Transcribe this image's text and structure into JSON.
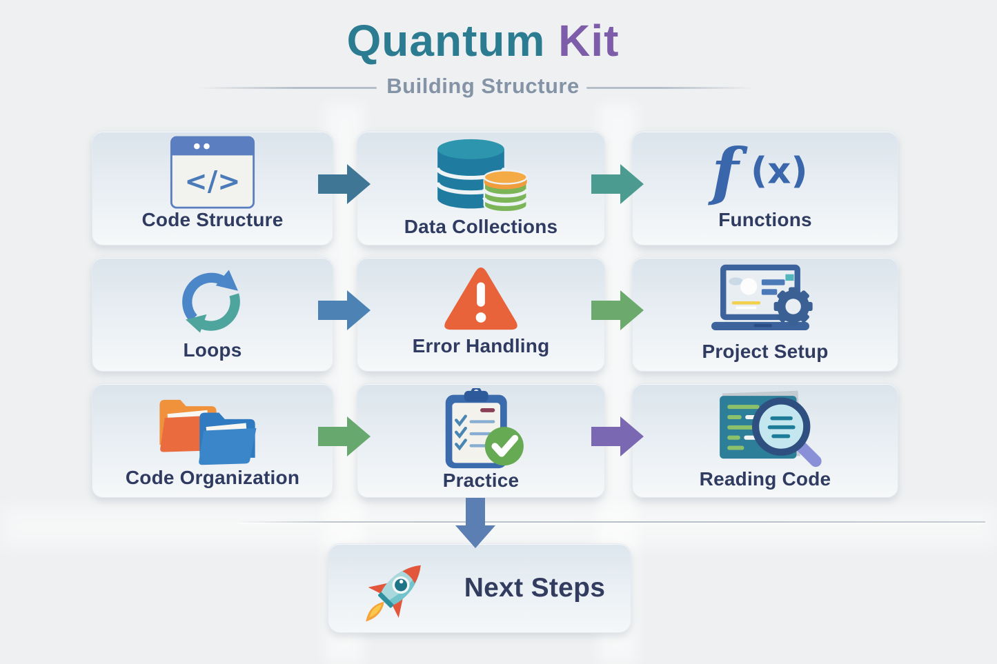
{
  "header": {
    "title_primary": "Quantum",
    "title_accent": "Kit",
    "subtitle": "Building Structure",
    "title_primary_color": "#2b7b91",
    "title_accent_color": "#7d5ca9"
  },
  "cards": [
    {
      "label": "Code Structure",
      "icon": "code-window-icon",
      "icon_text": "</>"
    },
    {
      "label": "Data Collections",
      "icon": "database-icon"
    },
    {
      "label": "Functions",
      "icon": "function-icon",
      "icon_text_f": "f",
      "icon_text_x": "(x)"
    },
    {
      "label": "Loops",
      "icon": "loop-arrows-icon"
    },
    {
      "label": "Error Handling",
      "icon": "warning-triangle-icon"
    },
    {
      "label": "Project Setup",
      "icon": "laptop-gear-icon"
    },
    {
      "label": "Code Organization",
      "icon": "folders-icon"
    },
    {
      "label": "Practice",
      "icon": "checklist-icon"
    },
    {
      "label": "Reading Code",
      "icon": "code-magnifier-icon"
    }
  ],
  "connectors": {
    "row1": [
      {
        "color": "#3f7595"
      },
      {
        "color": "#4c9b90"
      }
    ],
    "row2": [
      {
        "color": "#4c82b4"
      },
      {
        "color": "#6ca96d"
      }
    ],
    "row3": [
      {
        "color": "#67a86e"
      },
      {
        "color": "#7b68b2"
      }
    ],
    "down": {
      "color": "#5b7fb2"
    }
  },
  "next_steps": {
    "label": "Next Steps",
    "icon": "rocket-icon"
  }
}
